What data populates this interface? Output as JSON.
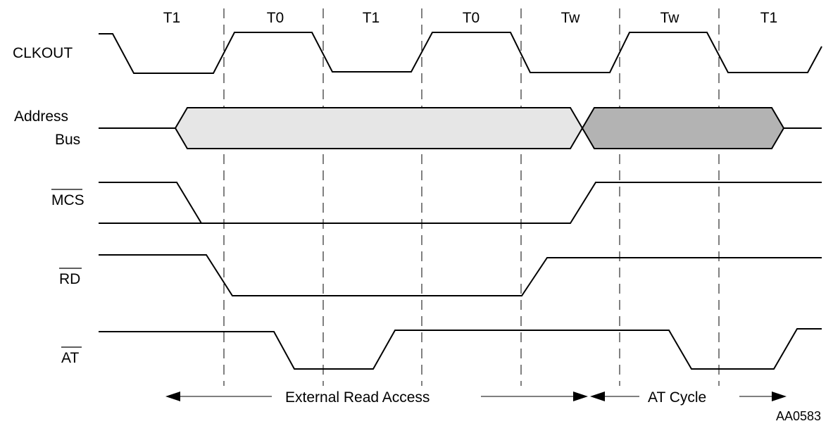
{
  "diagram": {
    "states": [
      "T1",
      "T0",
      "T1",
      "T0",
      "Tw",
      "Tw",
      "T1"
    ],
    "signals": {
      "clkout": "CLKOUT",
      "address_line1": "Address",
      "address_line2": "Bus",
      "mcs": "MCS",
      "rd": "RD",
      "at": "AT"
    },
    "phases": {
      "external_read": "External Read Access",
      "at_cycle": "AT Cycle"
    },
    "figure_id": "AA0583",
    "colors": {
      "address_read_fill": "#e6e6e6",
      "address_at_fill": "#b3b3b3",
      "line": "#000000"
    }
  }
}
